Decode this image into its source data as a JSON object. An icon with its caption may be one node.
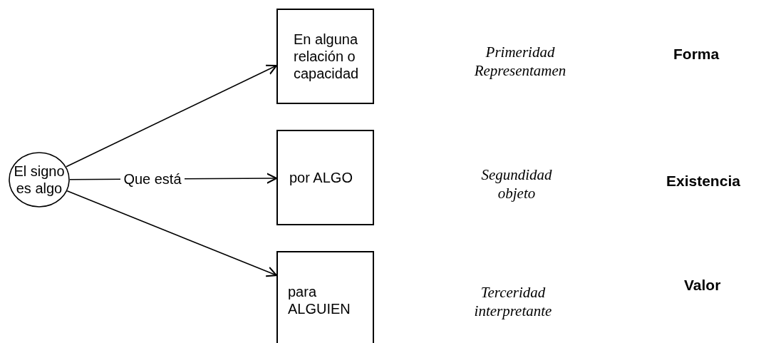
{
  "diagram": {
    "nodes": [
      {
        "text": [
          "El signo es algo"
        ]
      },
      {
        "text": [
          "En alguna relación o capacidad"
        ]
      },
      {
        "text": [
          "por ALGO"
        ]
      },
      {
        "text": [
          "para ALGUIEN"
        ]
      }
    ],
    "edges": [
      {
        "from": 0,
        "to": 1,
        "arrow": "to"
      },
      {
        "from": 0,
        "to": 2,
        "arrow": "to",
        "label": "Que está"
      },
      {
        "from": 0,
        "to": 3,
        "arrow": "to"
      }
    ],
    "labels": [
      "Primeridad Representamen",
      "Forma",
      "Segundidad objeto",
      "Existencia",
      "Terceridad interpretante",
      "Valor"
    ]
  }
}
